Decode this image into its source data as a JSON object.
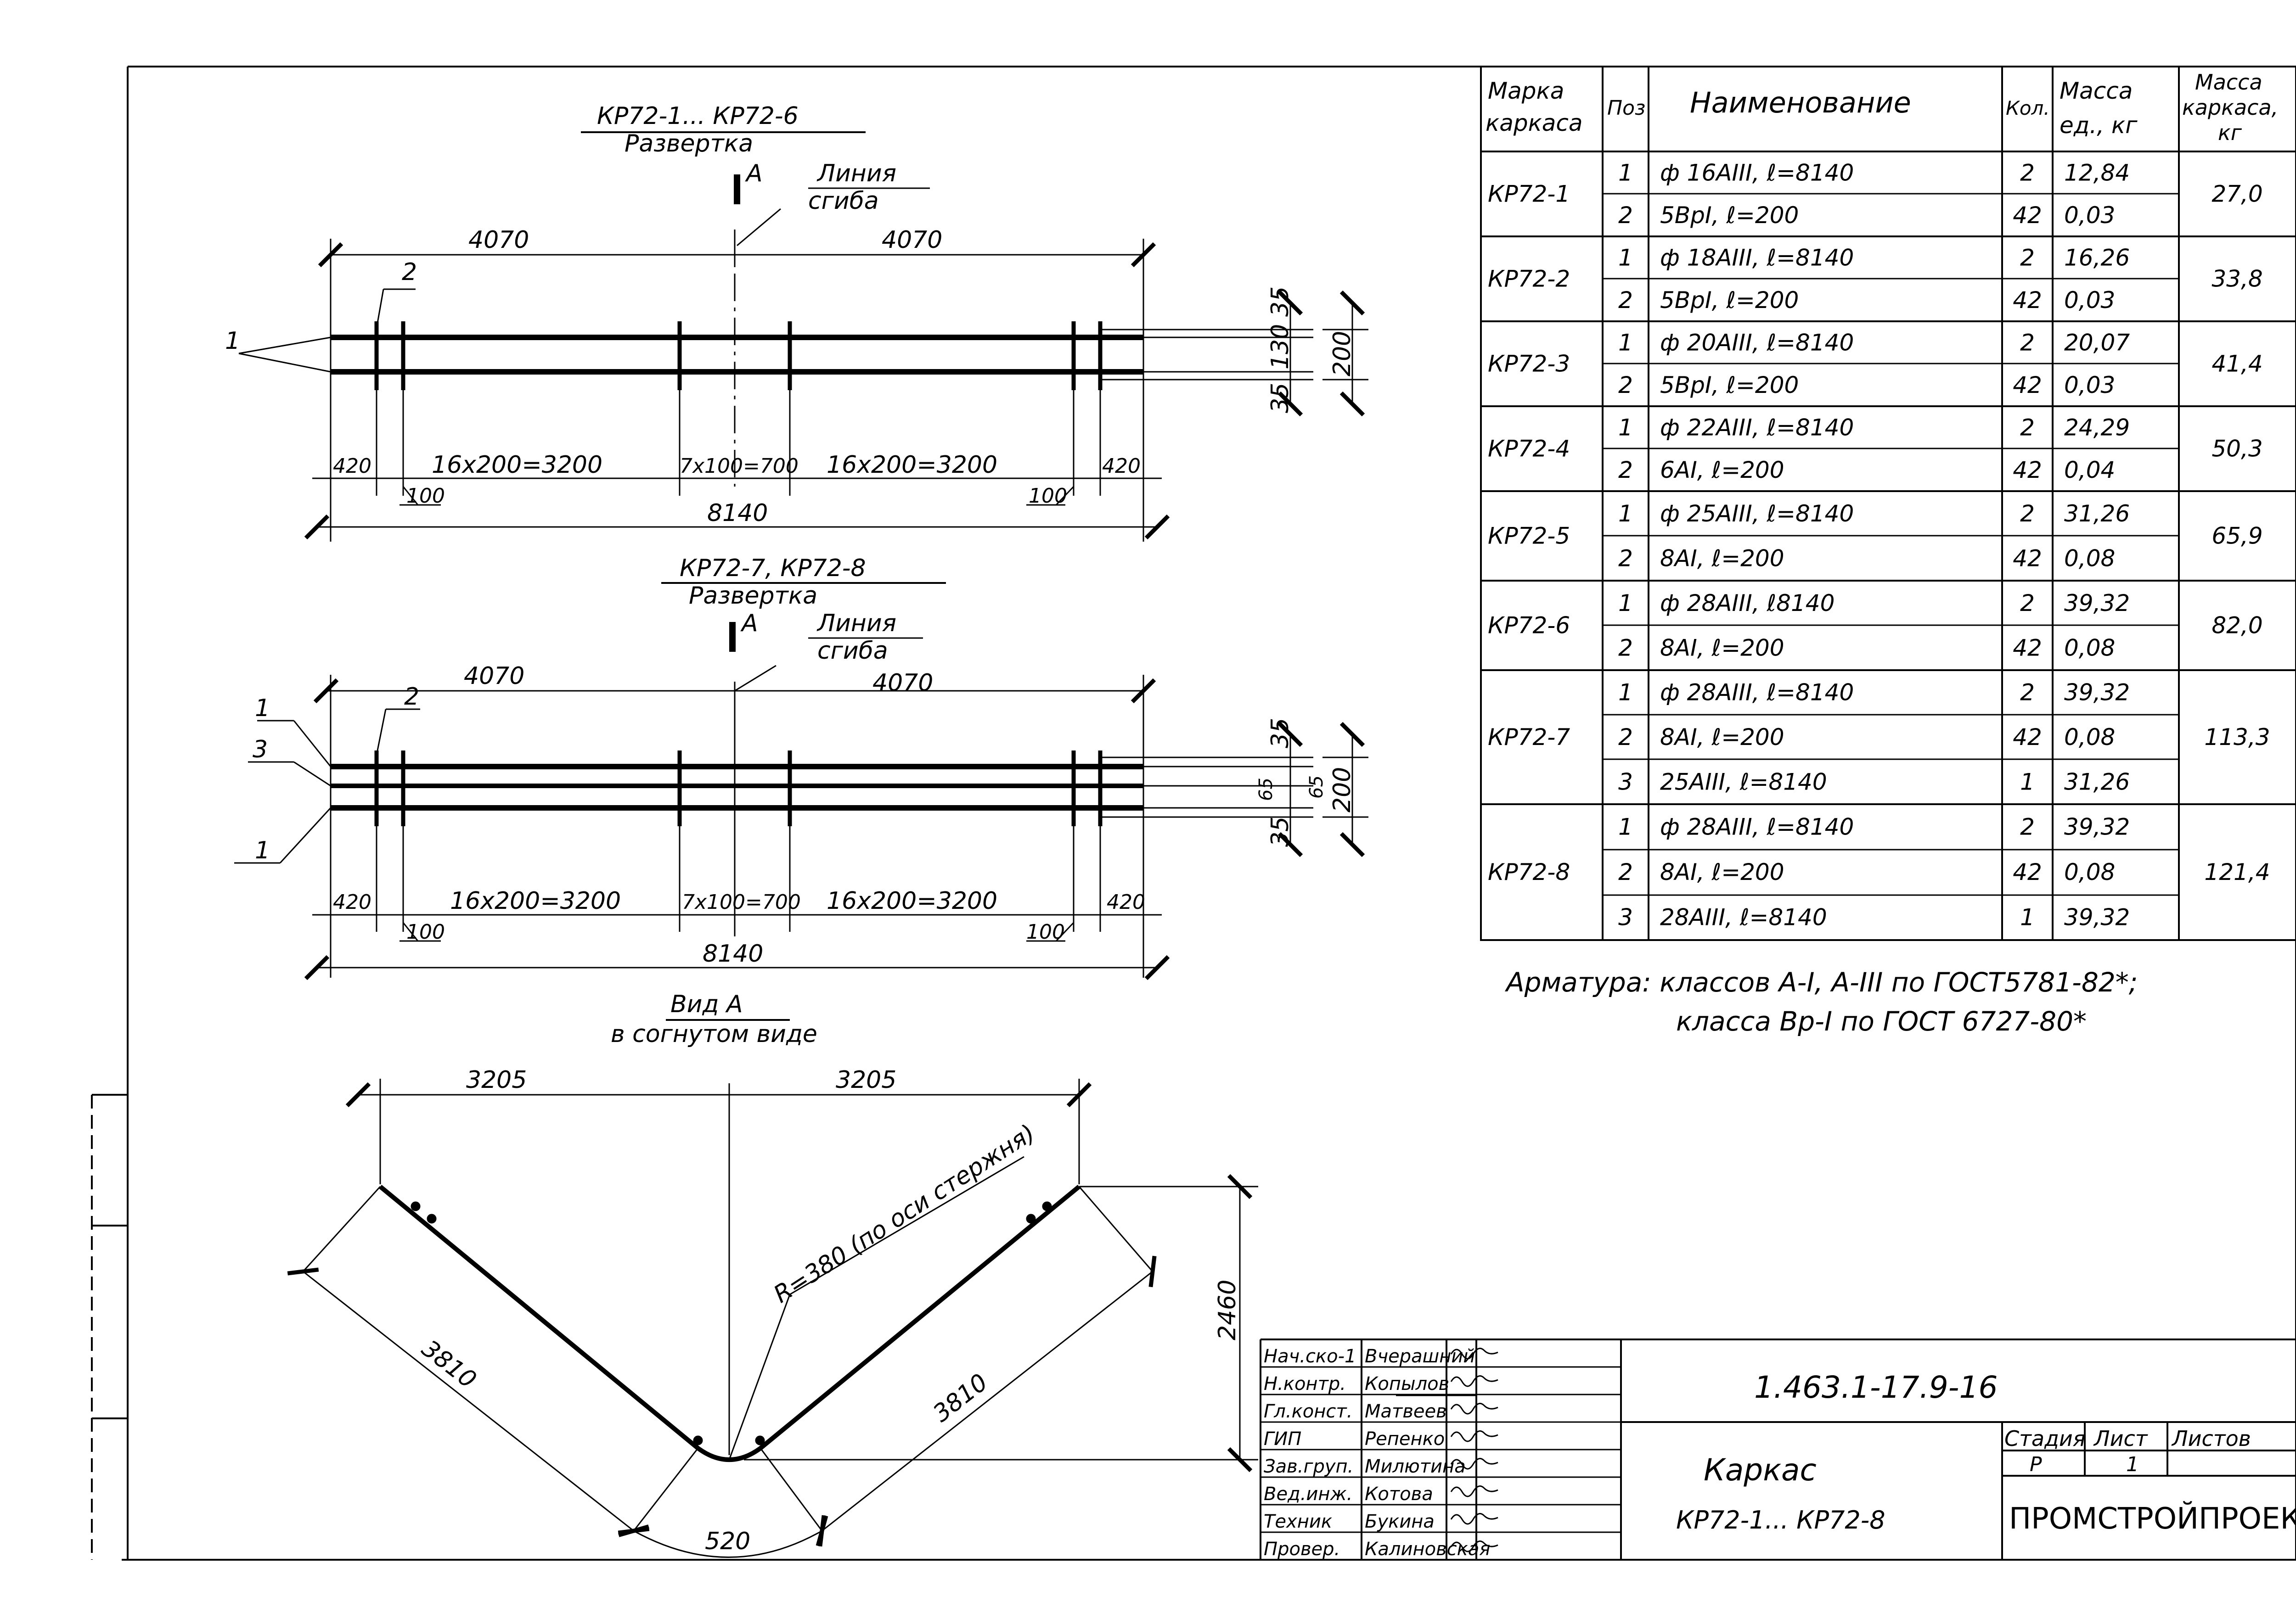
{
  "drawing1": {
    "title": "КР72-1... КР72-6",
    "subtitle": "Развертка",
    "marker_a": "А",
    "bend_line_1": "Линия",
    "bend_line_2": "сгиба",
    "dim_left": "4070",
    "dim_right": "4070",
    "label_1": "1",
    "label_2": "2",
    "dim_35_top": "35",
    "dim_130": "130",
    "dim_35_bottom": "35",
    "dim_200": "200",
    "dim_420_left": "420",
    "dim_16x200_left": "16х200=3200",
    "dim_7x100": "7х100=700",
    "dim_16x200_right": "16х200=3200",
    "dim_420_right": "420",
    "dim_100_left": "100",
    "dim_100_right": "100",
    "dim_total": "8140"
  },
  "drawing2": {
    "title": "КР72-7, КР72-8",
    "subtitle": "Развертка",
    "marker_a": "А",
    "bend_line_1": "Линия",
    "bend_line_2": "сгиба",
    "dim_left": "4070",
    "dim_right": "4070",
    "label_1a": "1",
    "label_3": "3",
    "label_1b": "1",
    "label_2": "2",
    "dim_35_top": "35",
    "dim_65a": "65",
    "dim_65b": "65",
    "dim_35_bottom": "35",
    "dim_200": "200",
    "dim_420_left": "420",
    "dim_16x200_left": "16х200=3200",
    "dim_7x100": "7х100=700",
    "dim_16x200_right": "16х200=3200",
    "dim_420_right": "420",
    "dim_100_left": "100",
    "dim_100_right": "100",
    "dim_total": "8140"
  },
  "view_a": {
    "title": "Вид А",
    "subtitle": "в согнутом виде",
    "dim_left": "3205",
    "dim_right": "3205",
    "radius": "R=380 (по оси стержня)",
    "leg_left": "3810",
    "leg_right": "3810",
    "height": "2460",
    "arc": "520"
  },
  "spec_table": {
    "headers": [
      "Марка каркаса",
      "Поз",
      "Наименование",
      "Кол.",
      "Масса ед., кг",
      "Масса каркаса, кг"
    ],
    "header_lines": {
      "mark": [
        "Марка",
        "каркаса"
      ],
      "pos": "Поз",
      "name": "Наименование",
      "qty": "Кол.",
      "unit_mass": [
        "Масса",
        "ед., кг"
      ],
      "total_mass": [
        "Масса",
        "каркаса,",
        "кг"
      ]
    },
    "groups": [
      {
        "mark": "КР72-1",
        "total": "27,0",
        "rows": [
          {
            "pos": "1",
            "name": "ф 16АIII,  ℓ=8140",
            "qty": "2",
            "mass": "12,84"
          },
          {
            "pos": "2",
            "name": "5ВрI,  ℓ=200",
            "qty": "42",
            "mass": "0,03"
          }
        ]
      },
      {
        "mark": "КР72-2",
        "total": "33,8",
        "rows": [
          {
            "pos": "1",
            "name": "ф 18АIII,  ℓ=8140",
            "qty": "2",
            "mass": "16,26"
          },
          {
            "pos": "2",
            "name": "5ВрI,  ℓ=200",
            "qty": "42",
            "mass": "0,03"
          }
        ]
      },
      {
        "mark": "КР72-3",
        "total": "41,4",
        "rows": [
          {
            "pos": "1",
            "name": "ф 20АIII,  ℓ=8140",
            "qty": "2",
            "mass": "20,07"
          },
          {
            "pos": "2",
            "name": "5ВрI,  ℓ=200",
            "qty": "42",
            "mass": "0,03"
          }
        ]
      },
      {
        "mark": "КР72-4",
        "total": "50,3",
        "rows": [
          {
            "pos": "1",
            "name": "ф 22АIII,  ℓ=8140",
            "qty": "2",
            "mass": "24,29"
          },
          {
            "pos": "2",
            "name": "6АI,  ℓ=200",
            "qty": "42",
            "mass": "0,04"
          }
        ]
      },
      {
        "mark": "КР72-5",
        "total": "65,9",
        "rows": [
          {
            "pos": "1",
            "name": "ф 25АIII,  ℓ=8140",
            "qty": "2",
            "mass": "31,26"
          },
          {
            "pos": "2",
            "name": "8АI,  ℓ=200",
            "qty": "42",
            "mass": "0,08"
          }
        ]
      },
      {
        "mark": "КР72-6",
        "total": "82,0",
        "rows": [
          {
            "pos": "1",
            "name": "ф 28АIII,  ℓ8140",
            "qty": "2",
            "mass": "39,32"
          },
          {
            "pos": "2",
            "name": "8АI,  ℓ=200",
            "qty": "42",
            "mass": "0,08"
          }
        ]
      },
      {
        "mark": "КР72-7",
        "total": "113,3",
        "rows": [
          {
            "pos": "1",
            "name": "ф 28АIII,  ℓ=8140",
            "qty": "2",
            "mass": "39,32"
          },
          {
            "pos": "2",
            "name": "8АI,  ℓ=200",
            "qty": "42",
            "mass": "0,08"
          },
          {
            "pos": "3",
            "name": "25АIII,  ℓ=8140",
            "qty": "1",
            "mass": "31,26"
          }
        ]
      },
      {
        "mark": "КР72-8",
        "total": "121,4",
        "rows": [
          {
            "pos": "1",
            "name": "ф 28АIII,  ℓ=8140",
            "qty": "2",
            "mass": "39,32"
          },
          {
            "pos": "2",
            "name": "8АI,  ℓ=200",
            "qty": "42",
            "mass": "0,08"
          },
          {
            "pos": "3",
            "name": "28АIII,  ℓ=8140",
            "qty": "1",
            "mass": "39,32"
          }
        ]
      }
    ]
  },
  "notes": {
    "line1": "Арматура: классов А-I, А-III по ГОСТ5781-82*;",
    "line2": "класса Вр-I по ГОСТ 6727-80*"
  },
  "title_block": {
    "designation": "1.463.1-17.9-16",
    "name": "Каркас",
    "name_sub": "КР72-1... КР72-8",
    "stage_label": "Стадия",
    "sheet_label": "Лист",
    "sheets_label": "Листов",
    "stage": "Р",
    "sheet": "1",
    "organization": "ПРОМСТРОЙПРОЕКТ",
    "signatures": [
      {
        "role": "Нач.ско-1",
        "name": "Вчерашний"
      },
      {
        "role": "Н.контр.",
        "name": "Копылов"
      },
      {
        "role": "Гл.конст.",
        "name": "Матвеев"
      },
      {
        "role": "ГИП",
        "name": "Репенко"
      },
      {
        "role": "Зав.груп.",
        "name": "Милютина"
      },
      {
        "role": "Вед.инж.",
        "name": "Котова"
      },
      {
        "role": "Техник",
        "name": "Букина"
      },
      {
        "role": "Провер.",
        "name": "Калиновская"
      }
    ]
  }
}
